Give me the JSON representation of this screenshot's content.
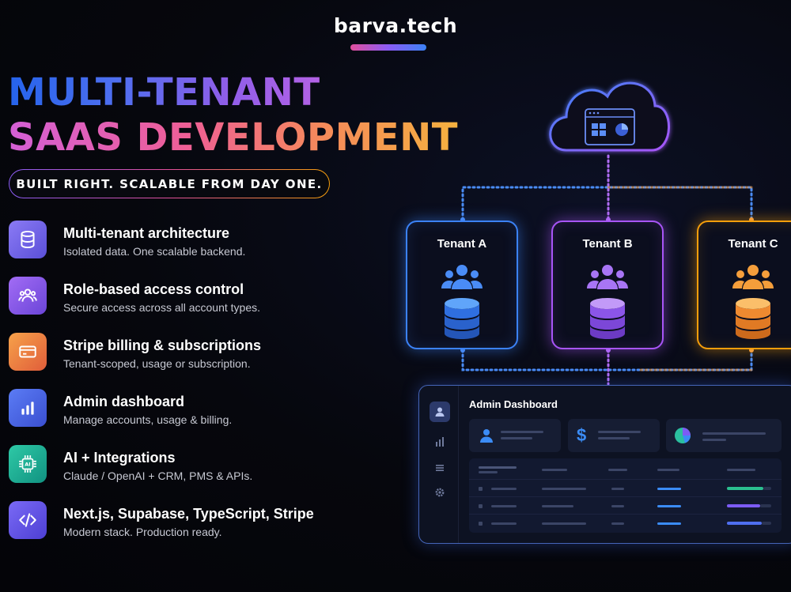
{
  "brand": {
    "name": "barva.tech"
  },
  "headline": {
    "line1": "MULTI-TENANT",
    "line2": "SAAS DEVELOPMENT"
  },
  "tagline": "BUILT RIGHT. SCALABLE FROM DAY ONE.",
  "features": [
    {
      "title": "Multi-tenant architecture",
      "desc": "Isolated data. One scalable backend.",
      "icon": "database-icon",
      "color": "#7c6cf0"
    },
    {
      "title": "Role-based access control",
      "desc": "Secure access across all account types.",
      "icon": "users-icon",
      "color": "#8b5cf6"
    },
    {
      "title": "Stripe billing & subscriptions",
      "desc": "Tenant-scoped, usage or subscription.",
      "icon": "credit-card-icon",
      "color": "#f08a3e"
    },
    {
      "title": "Admin dashboard",
      "desc": "Manage accounts, usage & billing.",
      "icon": "bar-chart-icon",
      "color": "#4f6ff0"
    },
    {
      "title": "AI + Integrations",
      "desc": "Claude / OpenAI + CRM, PMS & APIs.",
      "icon": "ai-chip-icon",
      "color": "#1fb59c"
    },
    {
      "title": "Next.js, Supabase, TypeScript, Stripe",
      "desc": "Modern stack. Production ready.",
      "icon": "code-icon",
      "color": "#6d5cf0"
    }
  ],
  "tenants": [
    {
      "label": "Tenant A",
      "color": "#3b82f6"
    },
    {
      "label": "Tenant B",
      "color": "#a855f7"
    },
    {
      "label": "Tenant C",
      "color": "#f59e0b"
    }
  ],
  "admin": {
    "title": "Admin Dashboard"
  }
}
